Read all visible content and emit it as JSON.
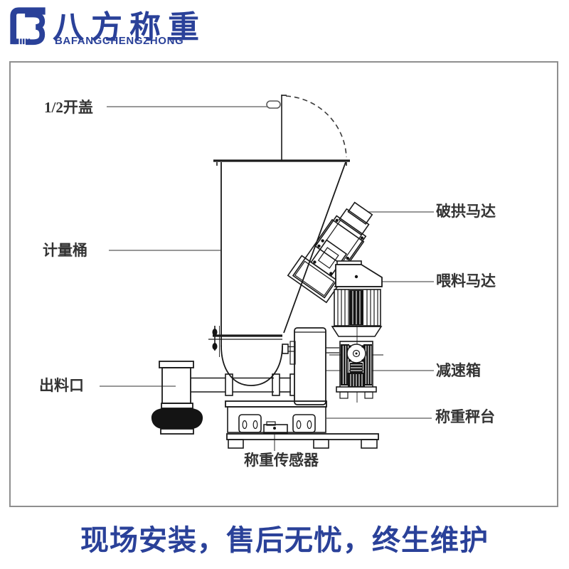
{
  "header": {
    "brand_cn": "八方称重",
    "brand_en": "BAFANGCHENGZHONG"
  },
  "diagram": {
    "labels": {
      "lid": "1/2开盖",
      "hopper": "计量桶",
      "outlet": "出料口",
      "arch_motor": "破拱马达",
      "feed_motor": "喂料马达",
      "gearbox": "减速箱",
      "platform": "称重秤台",
      "load_cell": "称重传感器"
    }
  },
  "footer": {
    "tagline": "现场安装，售后无忧，终生维护"
  },
  "colors": {
    "brand_blue": "#2a4199",
    "line_black": "#1a1a1a",
    "leader_gray": "#8a8a8a",
    "label_text": "#333333",
    "border_gray": "#8f8f8f"
  }
}
